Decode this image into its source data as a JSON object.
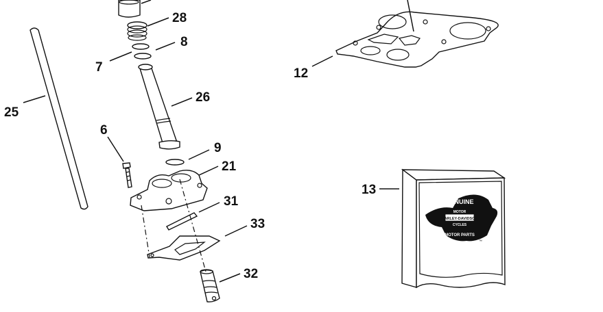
{
  "diagram": {
    "title": "Exploded parts view: pushrod, lifter and cover assembly",
    "parts": [
      {
        "id": "28",
        "name": "spring"
      },
      {
        "id": "8",
        "name": "o-ring-upper"
      },
      {
        "id": "7",
        "name": "o-ring-lower"
      },
      {
        "id": "26",
        "name": "pushrod-cover-tube"
      },
      {
        "id": "25",
        "name": "pushrod"
      },
      {
        "id": "6",
        "name": "bolt"
      },
      {
        "id": "9",
        "name": "o-ring-base"
      },
      {
        "id": "21",
        "name": "lifter-block"
      },
      {
        "id": "31",
        "name": "pin"
      },
      {
        "id": "33",
        "name": "gasket"
      },
      {
        "id": "32",
        "name": "hydraulic-lifter"
      },
      {
        "id": "12",
        "name": "cylinder-head-gasket"
      },
      {
        "id": "13",
        "name": "gasket-kit-box"
      }
    ],
    "box_logo": {
      "top_text": "GENUINE",
      "badge_text": "HARLEY-DAVIDSON",
      "badge_top": "MOTOR",
      "badge_bottom": "CYCLES",
      "bottom_text": "MOTOR PARTS",
      "tm": "™"
    }
  }
}
